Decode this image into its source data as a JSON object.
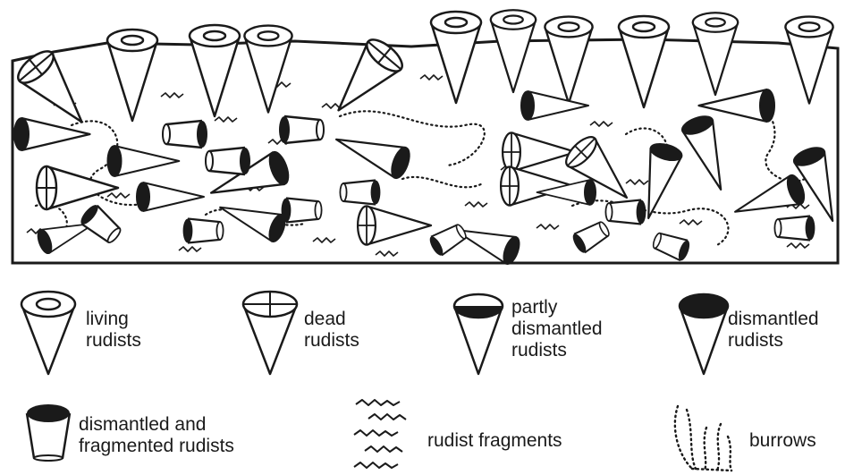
{
  "legend": {
    "living": [
      "living",
      "rudists"
    ],
    "dead": [
      "dead",
      "rudists"
    ],
    "partly_dismantled": [
      "partly",
      "dismantled",
      "rudists"
    ],
    "dismantled": [
      "dismantled",
      "rudists"
    ],
    "dismantled_fragmented": [
      "dismantled and",
      "fragmented rudists"
    ],
    "fragments": "rudist fragments",
    "burrows": "burrows"
  },
  "colors": {
    "ink": "#1a1a1a",
    "paper": "#ffffff"
  },
  "icons": [
    "living-rudist-icon",
    "dead-rudist-icon",
    "partly-dismantled-rudist-icon",
    "dismantled-rudist-icon",
    "dismantled-fragmented-rudist-icon",
    "rudist-fragments-icon",
    "burrows-icon"
  ]
}
